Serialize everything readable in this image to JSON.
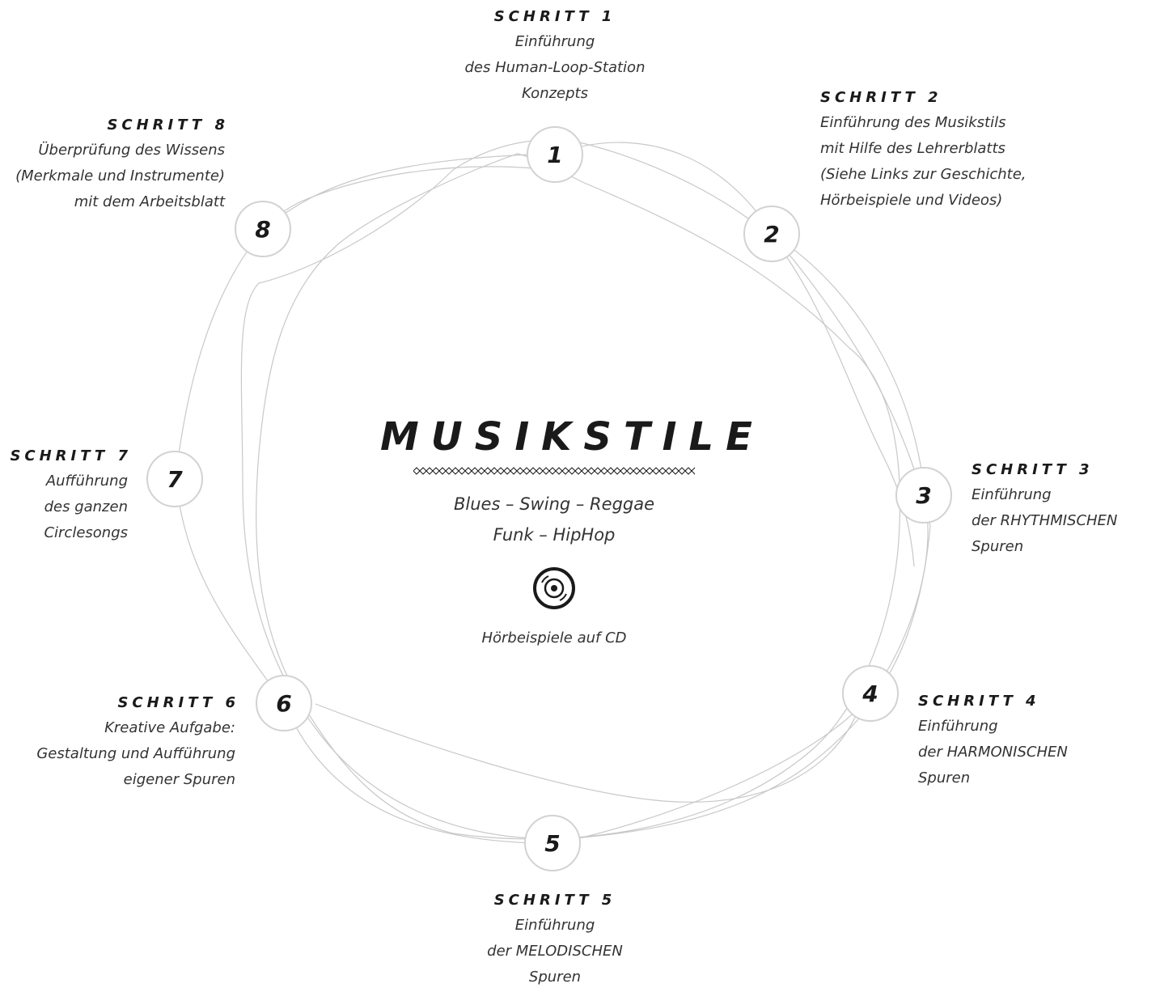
{
  "center": {
    "title": "MUSIKSTILE",
    "styles": [
      "Blues – Swing – Reggae",
      "Funk – HipHop"
    ],
    "cd_icon": "cd-disc-icon",
    "cd_text": "Hörbeispiele auf CD"
  },
  "steps": [
    {
      "number": "1",
      "heading": "SCHRITT 1",
      "lines": [
        "Einführung",
        "des Human-Loop-Station",
        "Konzepts"
      ]
    },
    {
      "number": "2",
      "heading": "SCHRITT 2",
      "lines": [
        "Einführung des Musikstils",
        "mit Hilfe des Lehrerblatts",
        "(Siehe Links zur Geschichte,",
        "Hörbeispiele und Videos)"
      ]
    },
    {
      "number": "3",
      "heading": "SCHRITT 3",
      "lines": [
        "Einführung",
        "der RHYTHMISCHEN",
        "Spuren"
      ]
    },
    {
      "number": "4",
      "heading": "SCHRITT 4",
      "lines": [
        "Einführung",
        "der HARMONISCHEN",
        "Spuren"
      ]
    },
    {
      "number": "5",
      "heading": "SCHRITT 5",
      "lines": [
        "Einführung",
        "der MELODISCHEN",
        "Spuren"
      ]
    },
    {
      "number": "6",
      "heading": "SCHRITT 6",
      "lines": [
        "Kreative Aufgabe:",
        "Gestaltung und Aufführung",
        "eigener Spuren"
      ]
    },
    {
      "number": "7",
      "heading": "SCHRITT 7",
      "lines": [
        "Aufführung",
        "des ganzen",
        "Circlesongs"
      ]
    },
    {
      "number": "8",
      "heading": "SCHRITT 8",
      "lines": [
        "Überprüfung des Wissens",
        "(Merkmale und Instrumente)",
        "mit dem Arbeitsblatt"
      ]
    }
  ],
  "colors": {
    "line": "#c8c8c8",
    "circle_border": "#d2d2d2",
    "text": "#1a1a1a"
  }
}
